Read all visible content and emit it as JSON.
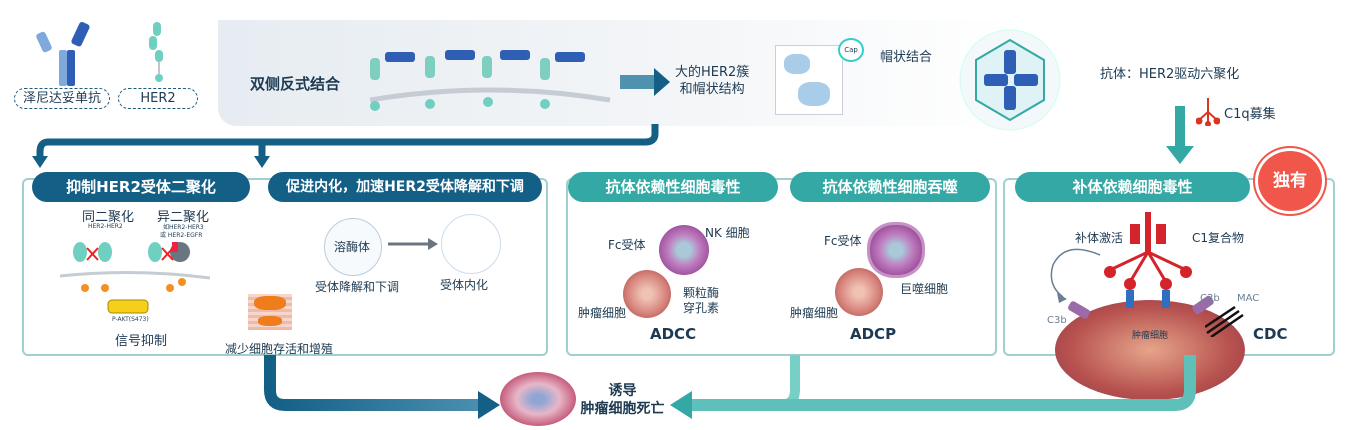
{
  "legend": {
    "antibody_label": "泽尼达妥单抗",
    "her2_label": "HER2"
  },
  "top": {
    "binding": "双侧反式结合",
    "cluster": "大的HER2簇\n和帽状结构",
    "cluster_line1": "大的HER2簇",
    "cluster_line2": "和帽状结构",
    "cap_tag": "Cap",
    "cap_binding": "帽状结合",
    "hexamer": "抗体：HER2驱动六聚化",
    "c1q": "C1q募集"
  },
  "panel1": {
    "header_left": "抑制HER2受体二聚化",
    "header_right": "促进内化，加速HER2受体降解和下调",
    "homo": "同二聚化",
    "homo_sub": "HER2-HER2",
    "hetero": "异二聚化",
    "hetero_sub1": "如HER2-HER3",
    "hetero_sub2": "或 HER2-EGFR",
    "pakt": "P-AKT(S473)",
    "signal": "信号抑制",
    "lysosome": "溶酶体",
    "degrade": "受体降解和下调",
    "internal": "受体内化",
    "reduce": "减少细胞存活和增殖"
  },
  "panel2": {
    "header_adcc": "抗体依赖性细胞毒性",
    "header_adcp": "抗体依赖性细胞吞噬",
    "fc": "Fc受体",
    "nk": "NK 细胞",
    "granzyme1": "颗粒酶",
    "granzyme2": "穿孔素",
    "tumor": "肿瘤细胞",
    "adcc": "ADCC",
    "fc2": "Fc受体",
    "macro": "巨噬细胞",
    "tumor2": "肿瘤细胞",
    "adcp": "ADCP"
  },
  "panel3": {
    "header": "补体依赖细胞毒性",
    "badge": "独有",
    "activation": "补体激活",
    "c1": "C1复合物",
    "c3b_left": "C3b",
    "c3b_right": "C3b",
    "mac": "MAC",
    "tumor": "肿瘤细胞",
    "cdc": "CDC"
  },
  "bottom": {
    "line1": "诱导",
    "line2": "肿瘤细胞死亡"
  },
  "colors": {
    "dark_blue": "#135f86",
    "teal": "#33a8a4",
    "badge_red": "#f0574a",
    "panel_border": "#9fd0cf"
  }
}
